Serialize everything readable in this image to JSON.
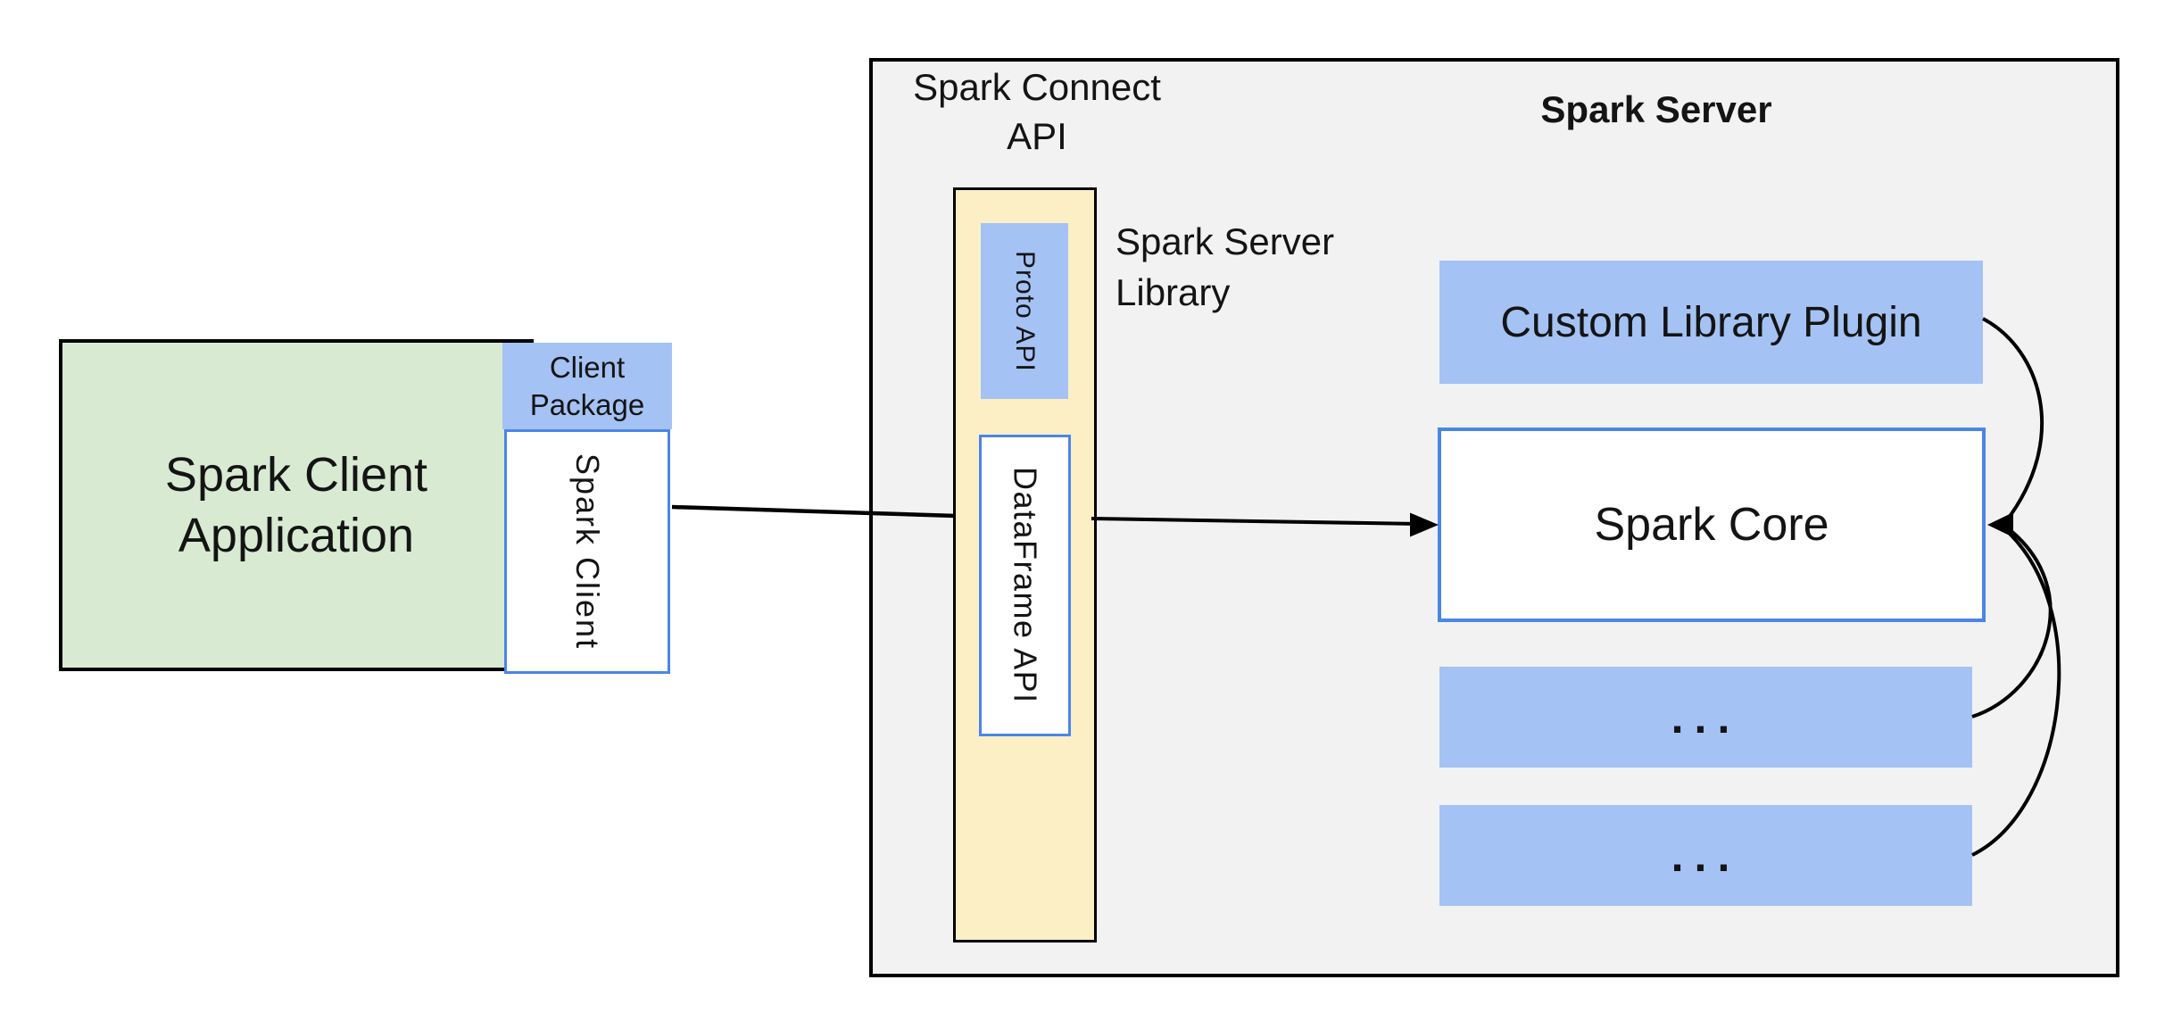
{
  "palette": {
    "background": "#ffffff",
    "panel_gray": "#f2f2f2",
    "green_fill": "#d9ead3",
    "blue_fill": "#a4c2f4",
    "yellow_fill": "#fcefc6",
    "blue_border": "#4a86e8",
    "line_black": "#000000"
  },
  "client": {
    "application_line1": "Spark Client",
    "application_line2": "Application",
    "package_line1": "Client",
    "package_line2": "Package",
    "spark_client": "Spark Client"
  },
  "connect_api": {
    "label_line1": "Spark Connect",
    "label_line2": "API",
    "proto_api": "Proto API",
    "dataframe_api": "DataFrame API",
    "server_library_line1": "Spark Server",
    "server_library_line2": "Library"
  },
  "server": {
    "title": "Spark Server",
    "custom_plugin": "Custom Library Plugin",
    "spark_core": "Spark Core",
    "placeholder_row1": "...",
    "placeholder_row2": "..."
  }
}
